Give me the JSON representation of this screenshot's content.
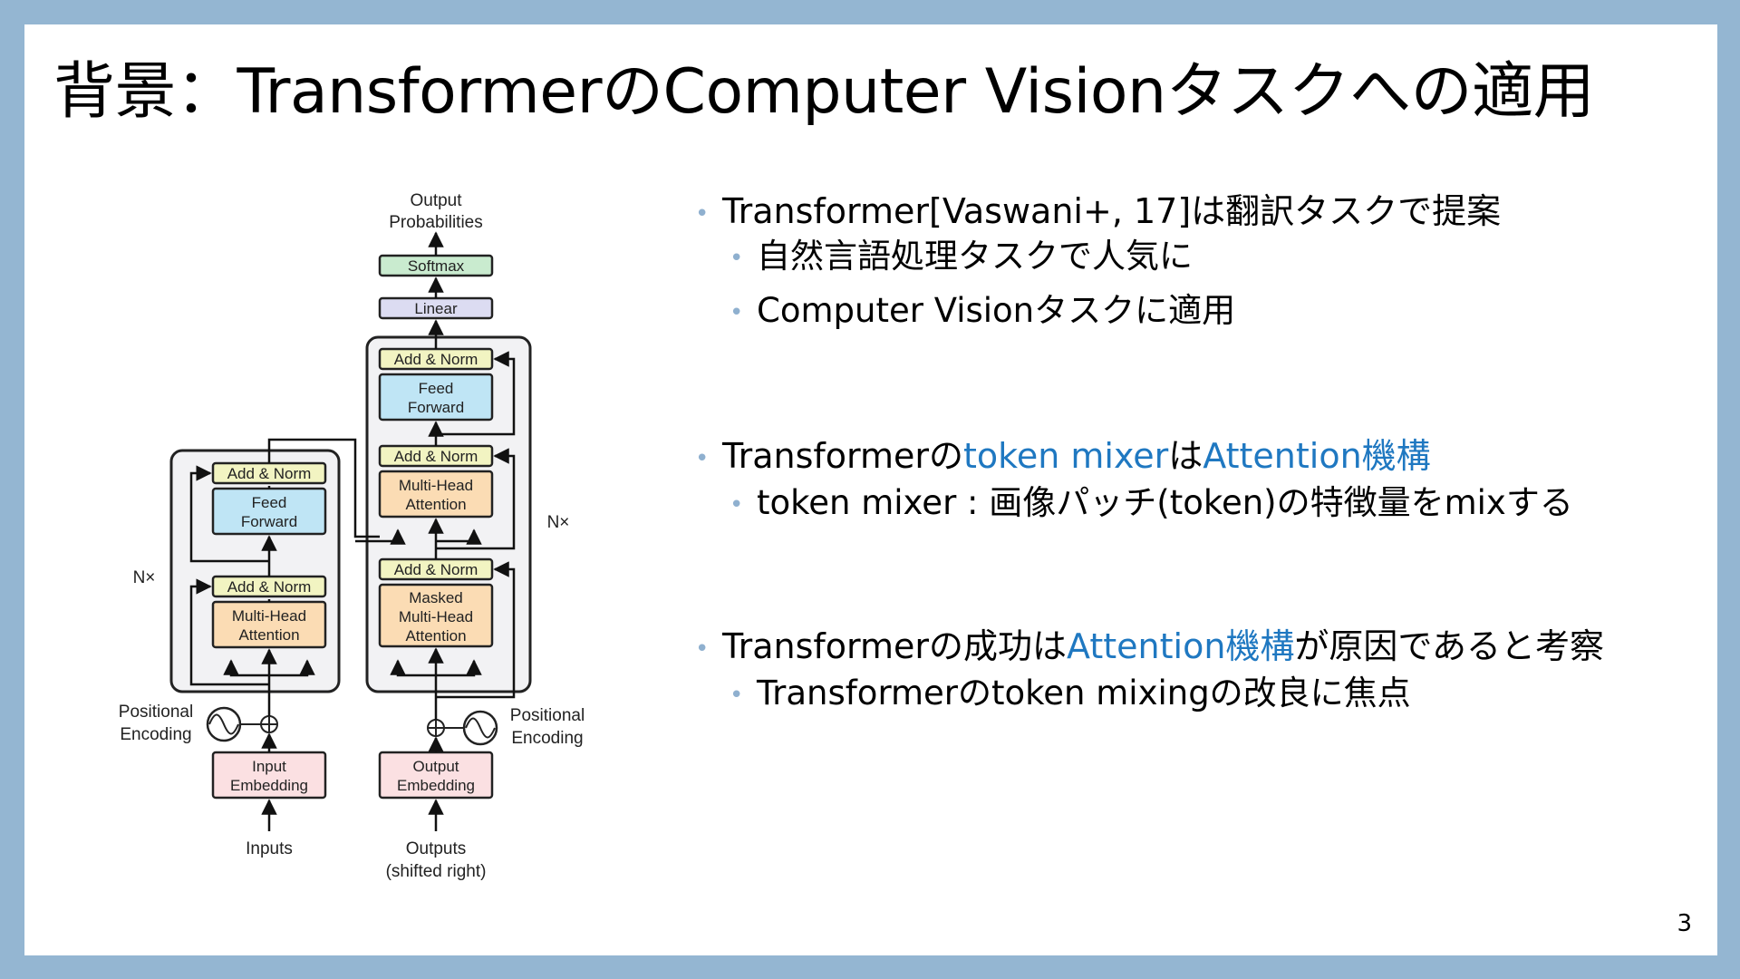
{
  "title": "背景：TransformerのComputer Visionタスクへの適用",
  "page_number": "3",
  "accent_color": "#1f78c1",
  "bullet_color": "#8fb0cf",
  "diagram": {
    "output_probs_1": "Output",
    "output_probs_2": "Probabilities",
    "softmax": "Softmax",
    "linear": "Linear",
    "add_norm": "Add & Norm",
    "feed": "Feed",
    "forward": "Forward",
    "multi_head": "Multi-Head",
    "attention": "Attention",
    "masked": "Masked",
    "nx": "N×",
    "positional": "Positional",
    "encoding": "Encoding",
    "input": "Input",
    "output": "Output",
    "embedding": "Embedding",
    "inputs": "Inputs",
    "outputs": "Outputs",
    "shifted_right": "(shifted right)"
  },
  "bullets": {
    "b1": "Transformer[Vaswani+, 17]は翻訳タスクで提案",
    "b1a": "自然言語処理タスクで人気に",
    "b1b": "Computer Visionタスクに適用",
    "b2_pre": "Transformerの",
    "b2_hl1": "token mixer",
    "b2_mid": "は",
    "b2_hl2": "Attention機構",
    "b2a": "token mixer : 画像パッチ(token)の特徴量をmixする",
    "b3_pre": "Transformerの成功は",
    "b3_hl": "Attention機構",
    "b3_post": "が原因であると考察",
    "b3a": "Transformerのtoken mixingの改良に焦点"
  }
}
